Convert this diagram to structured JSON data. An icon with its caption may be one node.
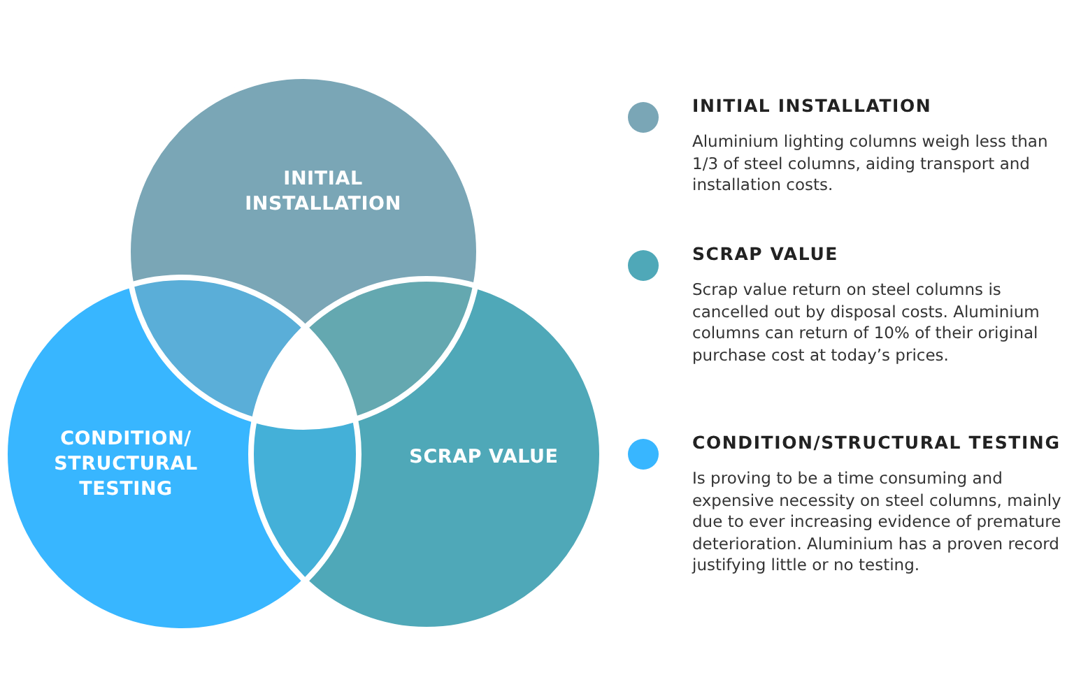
{
  "diagram": {
    "nodes": [
      {
        "text": [
          "INITIAL INSTALLATION"
        ]
      },
      {
        "text": [
          "CONDITION/ STRUCTURAL TESTING"
        ]
      },
      {
        "text": [
          "SCRAP VALUE"
        ]
      }
    ],
    "labels": [
      "Aluminium lighting columns weigh less than 1/3 of steel columns, aiding transport and installation costs.",
      "Scrap value return on steel columns is cancelled out by disposal costs. Aluminium columns can return of 10% of their original purchase cost at today’s prices.",
      "Is proving to be a time consuming and expensive necessity on steel columns, mainly due to ever increasing evidence of premature deterioration. Aluminium has a proven record justifying little or no testing."
    ],
    "legend": [
      {
        "text": "INITIAL INSTALLATION",
        "color": "#7aa6b6"
      },
      {
        "text": "SCRAP VALUE",
        "color": "#4fa8b8"
      },
      {
        "text": "CONDITION/STRUCTURAL TESTING",
        "color": "#38b6ff"
      }
    ]
  }
}
